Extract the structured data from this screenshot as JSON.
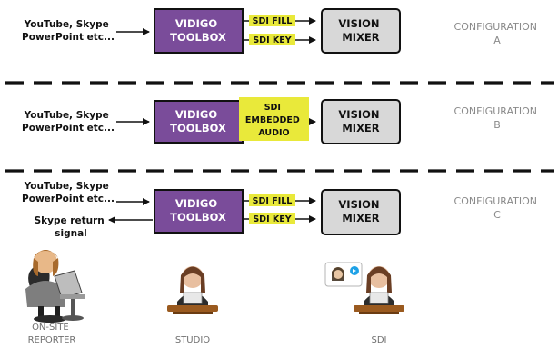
{
  "configurations": [
    {
      "source_lines": [
        "YouTube, Skype",
        "PowerPoint etc..."
      ],
      "toolbox_lines": [
        "VIDIGO",
        "TOOLBOX"
      ],
      "signals": [
        "SDI FILL",
        "SDI KEY"
      ],
      "mixer_lines": [
        "VISION",
        "MIXER"
      ],
      "config_label": [
        "CONFIGURATION",
        "A"
      ]
    },
    {
      "source_lines": [
        "YouTube, Skype",
        "PowerPoint etc..."
      ],
      "toolbox_lines": [
        "VIDIGO",
        "TOOLBOX"
      ],
      "signal_block_lines": [
        "SDI",
        "EMBEDDED",
        "AUDIO"
      ],
      "mixer_lines": [
        "VISION",
        "MIXER"
      ],
      "config_label": [
        "CONFIGURATION",
        "B"
      ]
    },
    {
      "source_lines": [
        "YouTube, Skype",
        "PowerPoint etc..."
      ],
      "return_lines": [
        "Skype return",
        "signal"
      ],
      "toolbox_lines": [
        "VIDIGO",
        "TOOLBOX"
      ],
      "signals": [
        "SDI FILL",
        "SDI KEY"
      ],
      "mixer_lines": [
        "VISION",
        "MIXER"
      ],
      "config_label": [
        "CONFIGURATION",
        "C"
      ]
    }
  ],
  "figures": [
    {
      "icon": "on-site-reporter-icon",
      "caption_lines": [
        "ON-SITE",
        "REPORTER"
      ]
    },
    {
      "icon": "studio-presenter-icon",
      "caption_lines": [
        "STUDIO"
      ]
    },
    {
      "icon": "sdi-presenter-icon",
      "caption_lines": [
        "SDI"
      ]
    }
  ],
  "colors": {
    "toolbox_fill": "#7a4c9a",
    "mixer_fill": "#d8d8d8",
    "signal_fill": "#e9e93a",
    "config_text": "#8a8a8a"
  }
}
